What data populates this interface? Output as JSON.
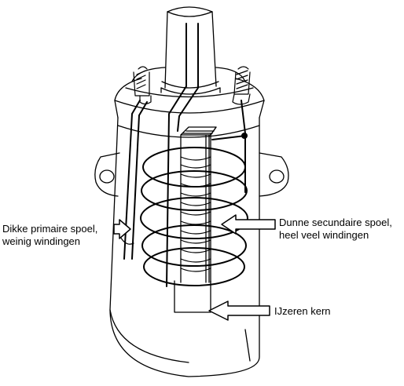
{
  "labels": {
    "primary_line1": "Dikke primaire spoel,",
    "primary_line2": "weinig windingen",
    "secondary_line1": "Dunne secundaire spoel,",
    "secondary_line2": "heel veel windingen",
    "core": "IJzeren kern"
  },
  "colors": {
    "line": "#000000",
    "background": "#ffffff"
  }
}
